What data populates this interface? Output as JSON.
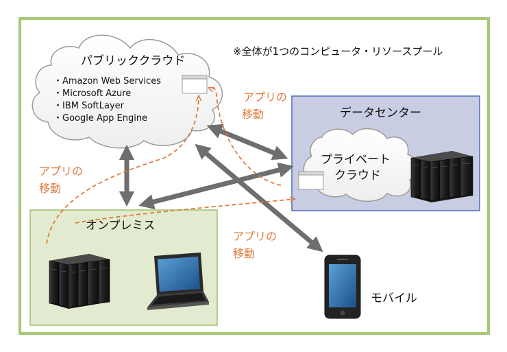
{
  "note": "※全体が1つのコンピュータ・リソースプール",
  "public_cloud": {
    "title": "パブリッククラウド",
    "services": [
      "・Amazon Web Services",
      "・Microsoft Azure",
      "・IBM SoftLayer",
      "・Google App Engine"
    ]
  },
  "datacenter": {
    "title": "データセンター"
  },
  "private_cloud": {
    "line1": "プライベート",
    "line2": "クラウド"
  },
  "onpremise": {
    "title": "オンプレミス"
  },
  "mobile": {
    "title": "モバイル"
  },
  "migration": {
    "top": [
      "アプリの",
      "移動"
    ],
    "left": [
      "アプリの",
      "移動"
    ],
    "bottom": [
      "アプリの",
      "移動"
    ]
  },
  "colors": {
    "frame": "#a8c77a",
    "datacenter_fill": "#c9cde3",
    "datacenter_border": "#4b6cb7",
    "onprem_fill": "#e2ebcf",
    "onprem_border": "#9fbf6f",
    "migration": "#e07a3c",
    "arrow": "#6e6e6e"
  }
}
